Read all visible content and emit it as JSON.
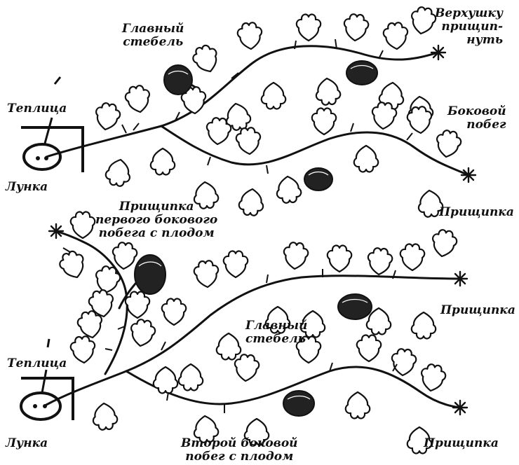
{
  "colors": {
    "ink": "#111111",
    "paper": "#ffffff"
  },
  "top_diagram": {
    "main_stem_label": [
      "Главный",
      "стебель"
    ],
    "pinch_top_label": [
      "Верхушку",
      "прищип-",
      "нуть"
    ],
    "side_shoot_label": [
      "Боковой",
      "побег"
    ],
    "greenhouse_label": "Теплица",
    "hole_label": "Лунка",
    "pinch_label": "Прищипка"
  },
  "bottom_diagram": {
    "first_side_pinch_label": [
      "Прищипка",
      "первого бокового",
      "побега с плодом"
    ],
    "main_stem_label": [
      "Главный",
      "стебель"
    ],
    "pinch_label_upper": "Прищипка",
    "greenhouse_label": "Теплица",
    "hole_label": "Лунка",
    "second_side_label": [
      "Второй боковой",
      "побег с плодом"
    ],
    "pinch_label_lower": "Прищипка"
  }
}
